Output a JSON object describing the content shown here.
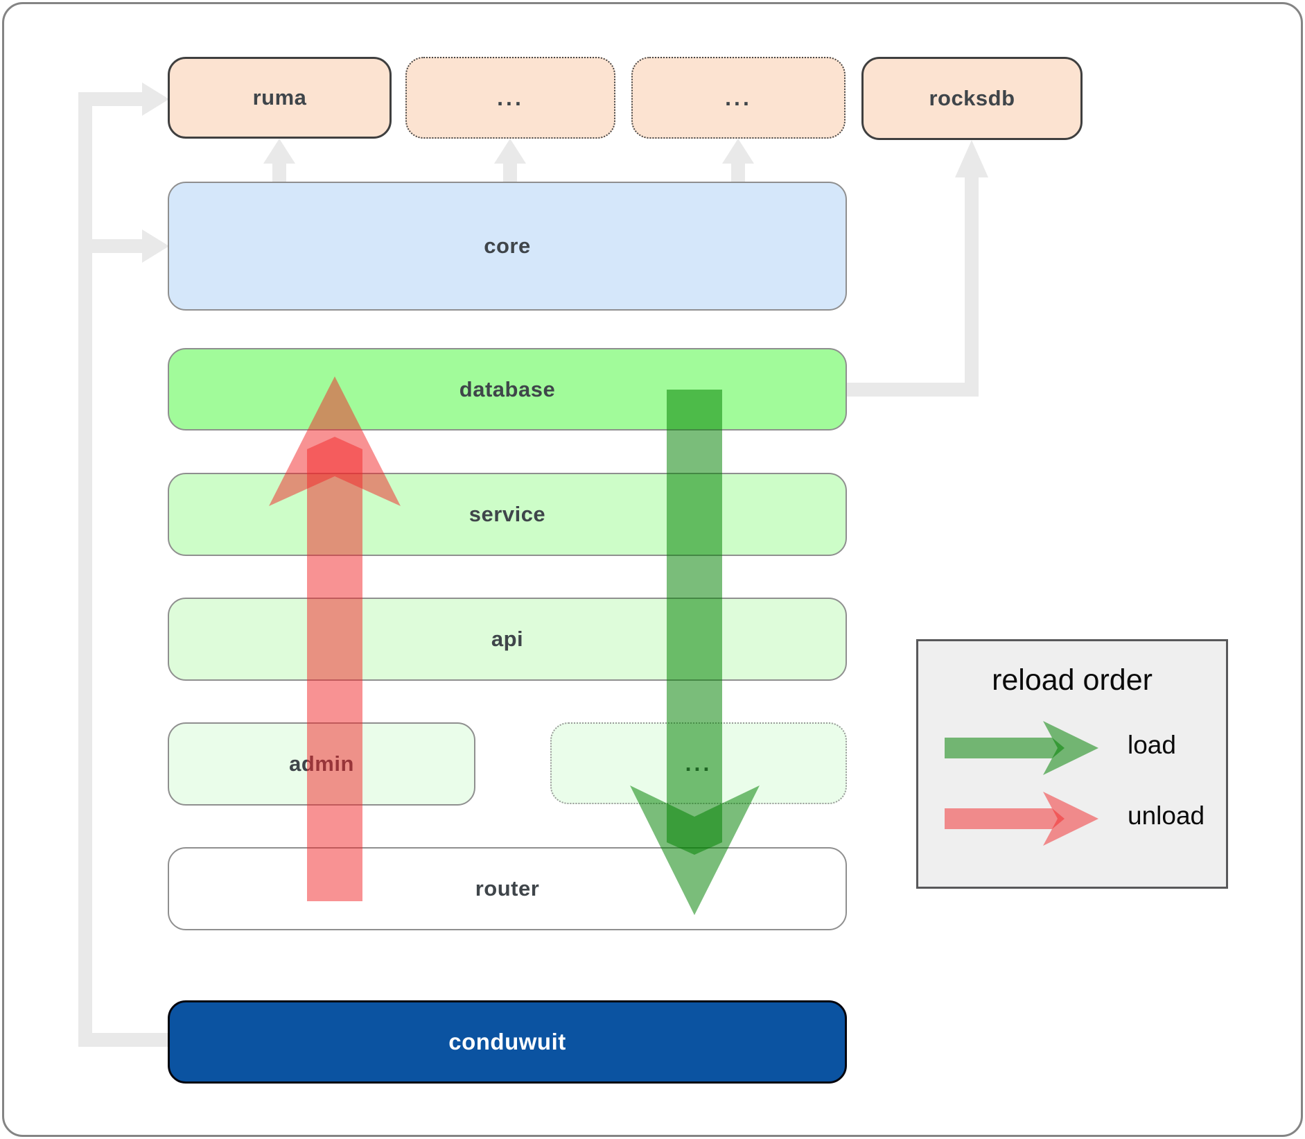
{
  "diagram": {
    "top_row": {
      "ruma": "ruma",
      "ellipsis_a": "...",
      "ellipsis_b": "...",
      "rocksdb": "rocksdb"
    },
    "layers": {
      "core": "core",
      "database": "database",
      "service": "service",
      "api": "api",
      "admin": "admin",
      "admin_ellipsis": "...",
      "router": "router",
      "conduwuit": "conduwuit"
    }
  },
  "legend": {
    "title": "reload order",
    "load": "load",
    "unload": "unload"
  },
  "colors": {
    "crate_peach": "#fce3d1",
    "core_blue": "#d5e7fa",
    "database_green": "#a1fb9a",
    "service_green": "#cdfdc8",
    "api_green": "#defcda",
    "admin_green": "#eafdea",
    "router_white": "#ffffff",
    "conduwuit_blue": "#0b53a1",
    "load_arrow_green": "#008000",
    "unload_arrow_red": "#f12528",
    "connector_gray": "#e9e9e9"
  }
}
